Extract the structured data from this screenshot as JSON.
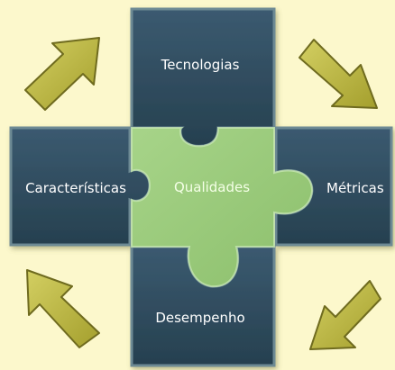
{
  "diagram": {
    "center_label": "Qualidades",
    "top_label": "Tecnologias",
    "left_label": "Características",
    "right_label": "Métricas",
    "bottom_label": "Desempenho"
  },
  "colors": {
    "background": "#fcf8cc",
    "piece_dark": "#2f4a5e",
    "piece_border": "#6d8a94",
    "piece_center": "#9ccb7c",
    "arrow_fill": "#b9b440",
    "arrow_stroke": "#6f6b1f"
  },
  "icons": [
    "arrow-up-right-icon",
    "arrow-down-right-icon",
    "arrow-up-left-icon",
    "arrow-down-left-icon"
  ]
}
